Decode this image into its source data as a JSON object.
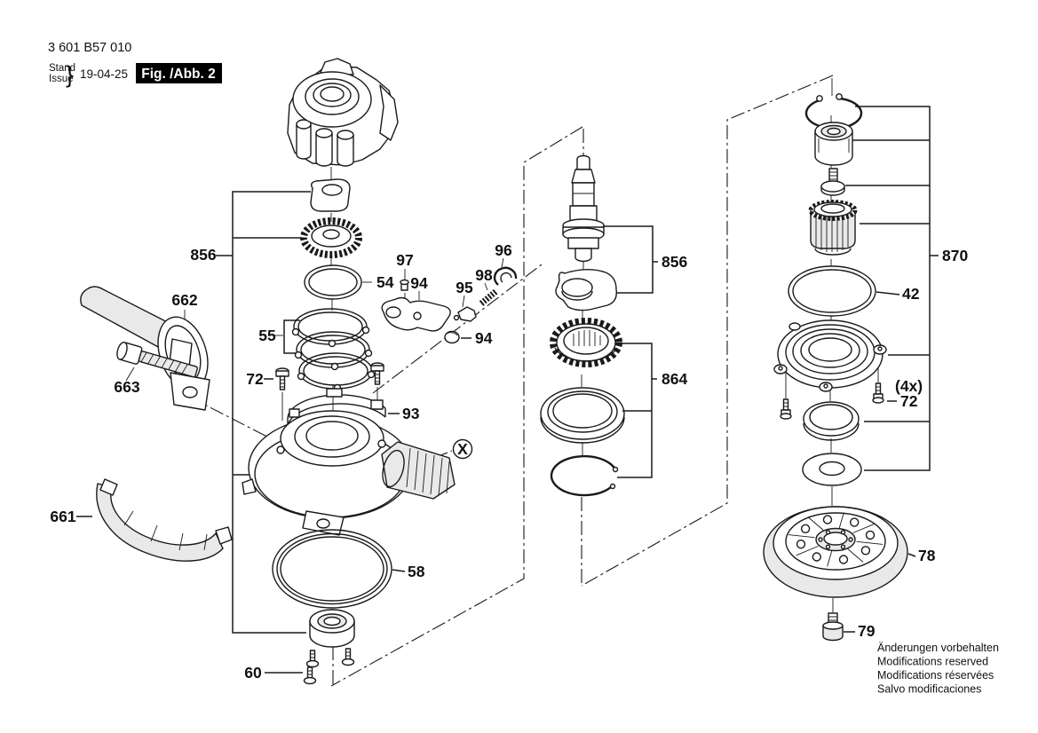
{
  "header": {
    "part_number": "3 601 B57 010",
    "stand_label": "Stand",
    "issue_label": "Issue",
    "brace": "}",
    "date": "19-04-25",
    "figure_label": "Fig. /Abb. 2"
  },
  "figure": {
    "callouts": {
      "c856_left": "856",
      "c662": "662",
      "c663": "663",
      "c661": "661",
      "c54": "54",
      "c55": "55",
      "c72_left": "72",
      "c97": "97",
      "c94_upper": "94",
      "c95": "95",
      "c98": "98",
      "c96": "96",
      "c94_lower": "94",
      "c93": "93",
      "cX": "X",
      "c58": "58",
      "c60": "60",
      "c856_mid": "856",
      "c864": "864",
      "c870": "870",
      "c42": "42",
      "c4x": "(4x)",
      "c72_right": "72",
      "c78": "78",
      "c79": "79"
    }
  },
  "footer": {
    "notice_lines": [
      "Änderungen vorbehalten",
      "Modifications reserved",
      "Modifications réservées",
      "Salvo modificaciones"
    ]
  },
  "colors": {
    "line": "#1a1a1a",
    "background": "#ffffff",
    "fig_box_bg": "#000000",
    "fig_box_text": "#ffffff"
  }
}
